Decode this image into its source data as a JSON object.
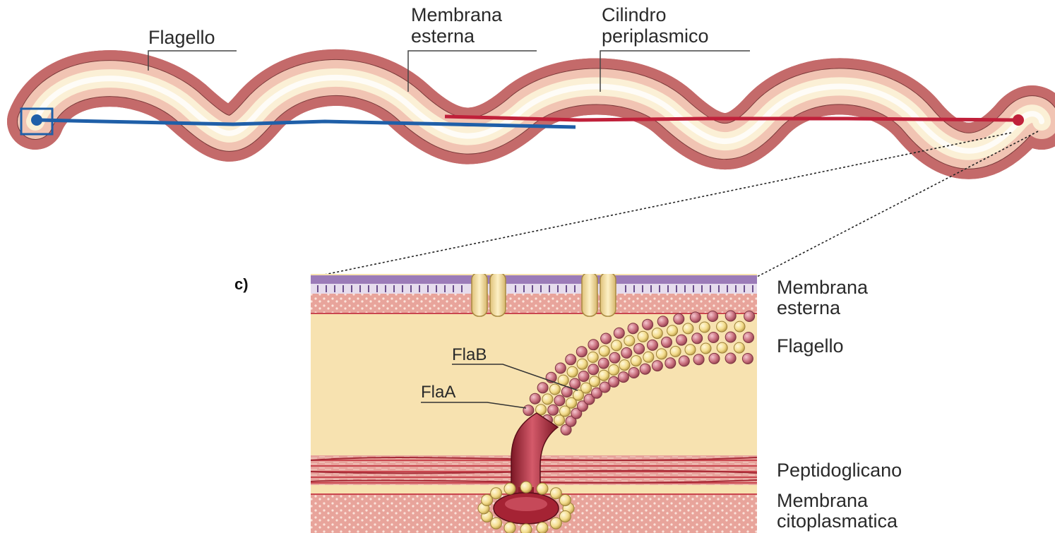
{
  "top_labels": {
    "flagello": "Flagello",
    "membrana_esterna_l1": "Membrana",
    "membrana_esterna_l2": "esterna",
    "cilindro_l1": "Cilindro",
    "cilindro_l2": "periplasmico"
  },
  "panel_letter": "c)",
  "detail_labels": {
    "membrana_esterna_l1": "Membrana",
    "membrana_esterna_l2": "esterna",
    "flagello": "Flagello",
    "peptidoglicano": "Peptidoglicano",
    "membrana_cito_l1": "Membrana",
    "membrana_cito_l2": "citoplasmatica",
    "flab": "FlaB",
    "flaa": "FlaA"
  },
  "colors": {
    "outer_pink": "#e9a0a0",
    "outer_dark": "#c46a6a",
    "inner_cream": "#fbf0d6",
    "flagellum_blue": "#1f5fa8",
    "flagellum_red": "#c0203a",
    "periplasm": "#f7e2b0",
    "lipid_purple": "#9b7bb8",
    "peptidoglycan_red": "#c9474f",
    "subunit_pink": "#c9707e",
    "subunit_yellow": "#f3dc8c",
    "motor_red": "#a52334"
  }
}
